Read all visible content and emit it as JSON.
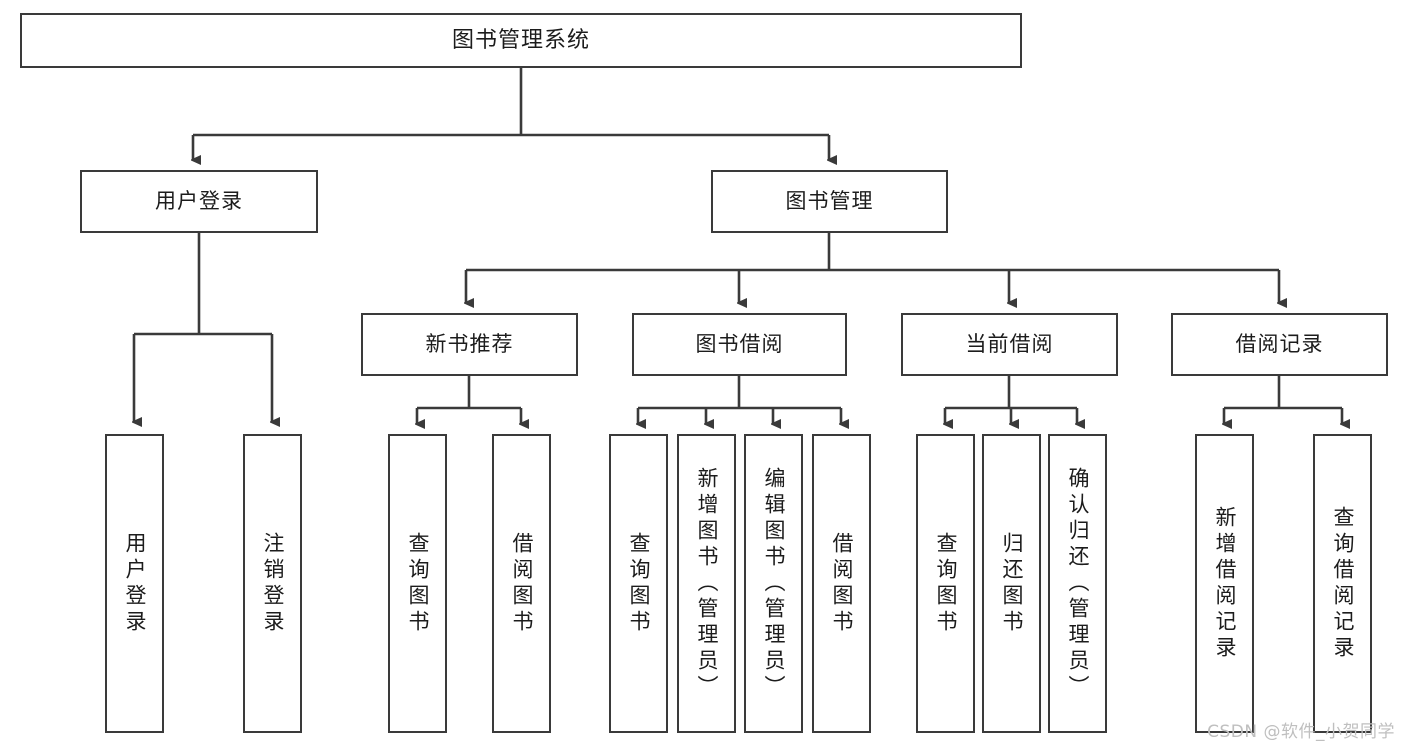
{
  "diagram": {
    "title": "图书管理系统",
    "type": "tree-hierarchy-chart",
    "watermark": "CSDN @软件_小贺同学",
    "colors": {
      "stroke": "#3a3a3a",
      "fill": "#ffffff",
      "text": "#1c1c1c",
      "watermark": "#bfbfbf"
    },
    "root": {
      "label": "图书管理系统"
    },
    "level2": [
      {
        "key": "user_login",
        "label": "用户登录"
      },
      {
        "key": "book_manage",
        "label": "图书管理"
      }
    ],
    "level3": [
      {
        "key": "new_book_rec",
        "label": "新书推荐"
      },
      {
        "key": "book_borrow",
        "label": "图书借阅"
      },
      {
        "key": "current_borrow",
        "label": "当前借阅"
      },
      {
        "key": "borrow_record",
        "label": "借阅记录"
      }
    ],
    "leaves": {
      "user_login": [
        {
          "label": "用户登录"
        },
        {
          "label": "注销登录"
        }
      ],
      "new_book_rec": [
        {
          "label": "查询图书"
        },
        {
          "label": "借阅图书"
        }
      ],
      "book_borrow": [
        {
          "label": "查询图书"
        },
        {
          "label": "新增图书（管理员）"
        },
        {
          "label": "编辑图书（管理员）"
        },
        {
          "label": "借阅图书"
        }
      ],
      "current_borrow": [
        {
          "label": "查询图书"
        },
        {
          "label": "归还图书"
        },
        {
          "label": "确认归还（管理员）"
        }
      ],
      "borrow_record": [
        {
          "label": "新增借阅记录"
        },
        {
          "label": "查询借阅记录"
        }
      ]
    }
  }
}
